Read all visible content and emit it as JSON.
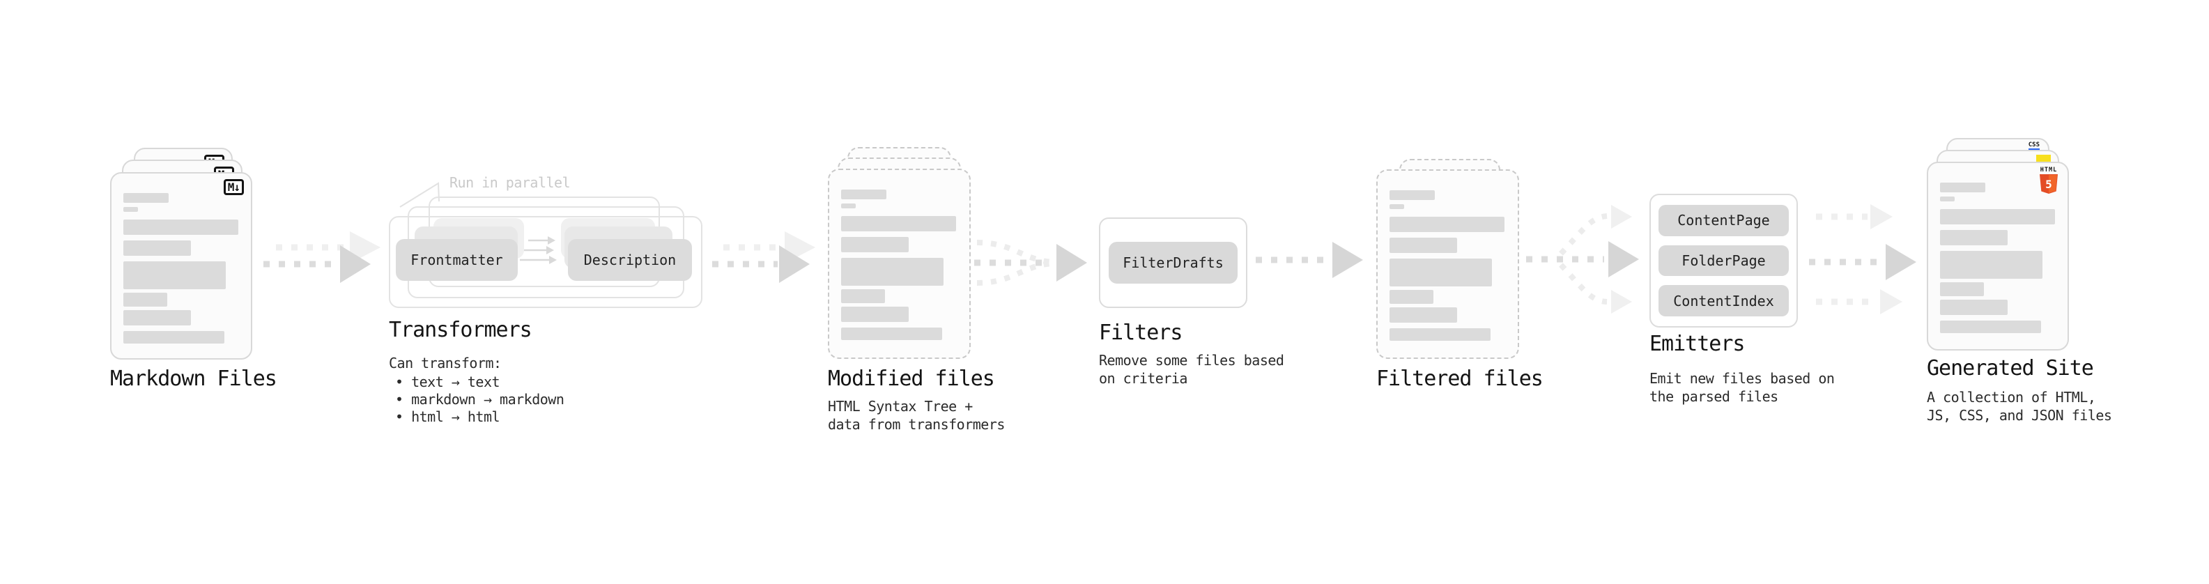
{
  "markdown": {
    "title": "Markdown Files",
    "badge": "M↓"
  },
  "transformers": {
    "title": "Transformers",
    "annotation": "Run in parallel",
    "pill_frontmatter": "Frontmatter",
    "pill_description": "Description",
    "desc": "Can transform:",
    "bullets": [
      "• text → text",
      "• markdown → markdown",
      "• html → html"
    ]
  },
  "modified": {
    "title": "Modified files",
    "desc1": "HTML Syntax Tree +",
    "desc2": "data from transformers"
  },
  "filters": {
    "title": "Filters",
    "pill": "FilterDrafts",
    "desc1": "Remove some files based",
    "desc2": "on criteria"
  },
  "filtered": {
    "title": "Filtered files"
  },
  "emitters": {
    "title": "Emitters",
    "pill1": "ContentPage",
    "pill2": "FolderPage",
    "pill3": "ContentIndex",
    "desc1": "Emit new files based on",
    "desc2": "the parsed files"
  },
  "generated": {
    "title": "Generated Site",
    "desc1": "A collection of HTML,",
    "desc2": "JS, CSS, and JSON files",
    "badge_css": "CSS",
    "badge_html_label": "HTML",
    "badge_html_num": "5"
  },
  "colors": {
    "html5_orange": "#E44D26",
    "js_yellow": "#F7DF1E",
    "css_blue": "#2965F1",
    "arrow_gray": "#d6d6d6",
    "pill_gray": "#d9d9d9"
  }
}
